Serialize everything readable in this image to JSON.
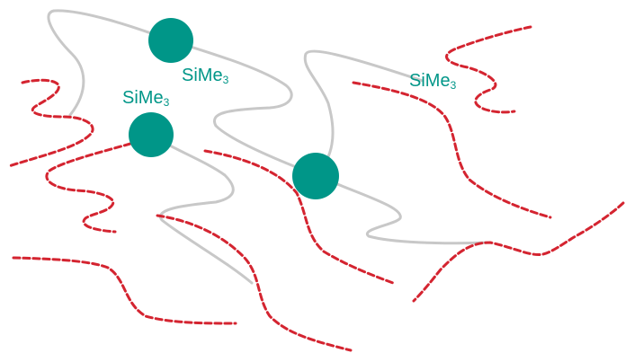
{
  "colors": {
    "polymer_chain": "#c8c8c8",
    "dashed_chain": "#d42430",
    "node": "#009688",
    "label": "#009688"
  },
  "labels": [
    {
      "base": "SiMe",
      "subscript": "3"
    },
    {
      "base": "SiMe",
      "subscript": "3"
    },
    {
      "base": "SiMe",
      "subscript": "3"
    }
  ]
}
